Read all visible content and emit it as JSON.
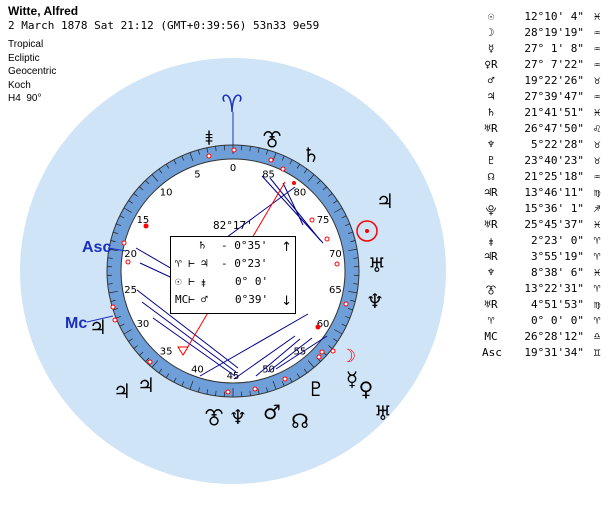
{
  "header": {
    "name": "Witte, Alfred",
    "datetime": "2 March 1878  Sat  21:12 (GMT+0:39:56) 53n33  9e59",
    "settings": [
      "Tropical",
      "Ecliptic",
      "Geocentric",
      "Koch",
      "H4  90°"
    ]
  },
  "positions": [
    {
      "glyph": "☉",
      "value": "12°10' 4\"",
      "sign": "♓"
    },
    {
      "glyph": "☽",
      "value": "28°19'19\"",
      "sign": "♒"
    },
    {
      "glyph": "☿",
      "value": "27° 1' 8\"",
      "sign": "♒"
    },
    {
      "glyph": "♀R",
      "value": "27° 7'22\"",
      "sign": "♒"
    },
    {
      "glyph": "♂",
      "value": "19°22'26\"",
      "sign": "♉"
    },
    {
      "glyph": "♃",
      "value": "27°39'47\"",
      "sign": "♒"
    },
    {
      "glyph": "♄",
      "value": "21°41'51\"",
      "sign": "♓"
    },
    {
      "glyph": "♅R",
      "value": "26°47'50\"",
      "sign": "♌"
    },
    {
      "glyph": "♆",
      "value": "5°22'28\"",
      "sign": "♉"
    },
    {
      "glyph": "♇",
      "value": "23°40'23\"",
      "sign": "♉"
    },
    {
      "glyph": "☊",
      "value": "21°25'18\"",
      "sign": "♒"
    },
    {
      "glyph": "♃R",
      "value": "13°46'11\"",
      "sign": "♍"
    },
    {
      "glyph": "⯓",
      "value": "15°36' 1\"",
      "sign": "♐"
    },
    {
      "glyph": "♅R",
      "value": "25°45'37\"",
      "sign": "♓"
    },
    {
      "glyph": "⯒",
      "value": "2°23' 0\"",
      "sign": "♈"
    },
    {
      "glyph": "♃R",
      "value": "3°55'19\"",
      "sign": "♈"
    },
    {
      "glyph": "♆",
      "value": "8°38' 6\"",
      "sign": "♓"
    },
    {
      "glyph": "⯔",
      "value": "13°22'31\"",
      "sign": "♈"
    },
    {
      "glyph": "♅R",
      "value": "4°51'53\"",
      "sign": "♍"
    },
    {
      "glyph": "♈",
      "value": "0° 0' 0\"",
      "sign": "♈"
    },
    {
      "glyph": "MC",
      "value": "26°28'12\"",
      "sign": "♎"
    },
    {
      "glyph": "Asc",
      "value": "19°31'34\"",
      "sign": "♊"
    }
  ],
  "wheel": {
    "aries_glyph": "♈",
    "dial_ticks": [
      "0",
      "5",
      "10",
      "15",
      "20",
      "25",
      "30",
      "35",
      "40",
      "45",
      "50",
      "55",
      "60",
      "65",
      "70",
      "75",
      "80",
      "85"
    ],
    "asc_label": "Asc",
    "mc_label": "Mc",
    "arc_label": "82°17'",
    "planet_glyphs": [
      {
        "id": "pluto-top",
        "glyph": "⯒"
      },
      {
        "id": "neptune-top",
        "glyph": "⯔"
      },
      {
        "id": "saturn",
        "glyph": "♄"
      },
      {
        "id": "jupiter",
        "glyph": "♃"
      },
      {
        "id": "sun",
        "glyph": "☉"
      },
      {
        "id": "uranus",
        "glyph": "♅"
      },
      {
        "id": "neptune",
        "glyph": "♆"
      },
      {
        "id": "moon",
        "glyph": "☽"
      },
      {
        "id": "pluto",
        "glyph": "♇"
      },
      {
        "id": "mercury",
        "glyph": "☿"
      },
      {
        "id": "venus",
        "glyph": "♀"
      },
      {
        "id": "vulcanus",
        "glyph": "♅"
      },
      {
        "id": "node",
        "glyph": "☊"
      },
      {
        "id": "mars",
        "glyph": "♂"
      },
      {
        "id": "admetos",
        "glyph": "♆"
      },
      {
        "id": "poseidon",
        "glyph": "⯔"
      },
      {
        "id": "hades",
        "glyph": "♃"
      },
      {
        "id": "mc-planet",
        "glyph": "♃"
      },
      {
        "id": "lower-nep",
        "glyph": "♆"
      },
      {
        "id": "lower-jup",
        "glyph": "♃"
      }
    ]
  },
  "aspects": [
    {
      "left": "",
      "planet": "♄",
      "value": "- 0°35'"
    },
    {
      "left": "♈ ⊢",
      "planet": "♃",
      "value": "- 0°23'"
    },
    {
      "left": "☉ ⊢",
      "planet": "⯒",
      "value": "0° 0'"
    },
    {
      "left": "MC⊢",
      "planet": "♂",
      "value": "0°39'"
    }
  ],
  "colors": {
    "outer": "#cfe4f7",
    "dial": "#6f9fd8",
    "lines": "#00008b",
    "accent": "#ff0000",
    "label": "#1a2fbf"
  }
}
